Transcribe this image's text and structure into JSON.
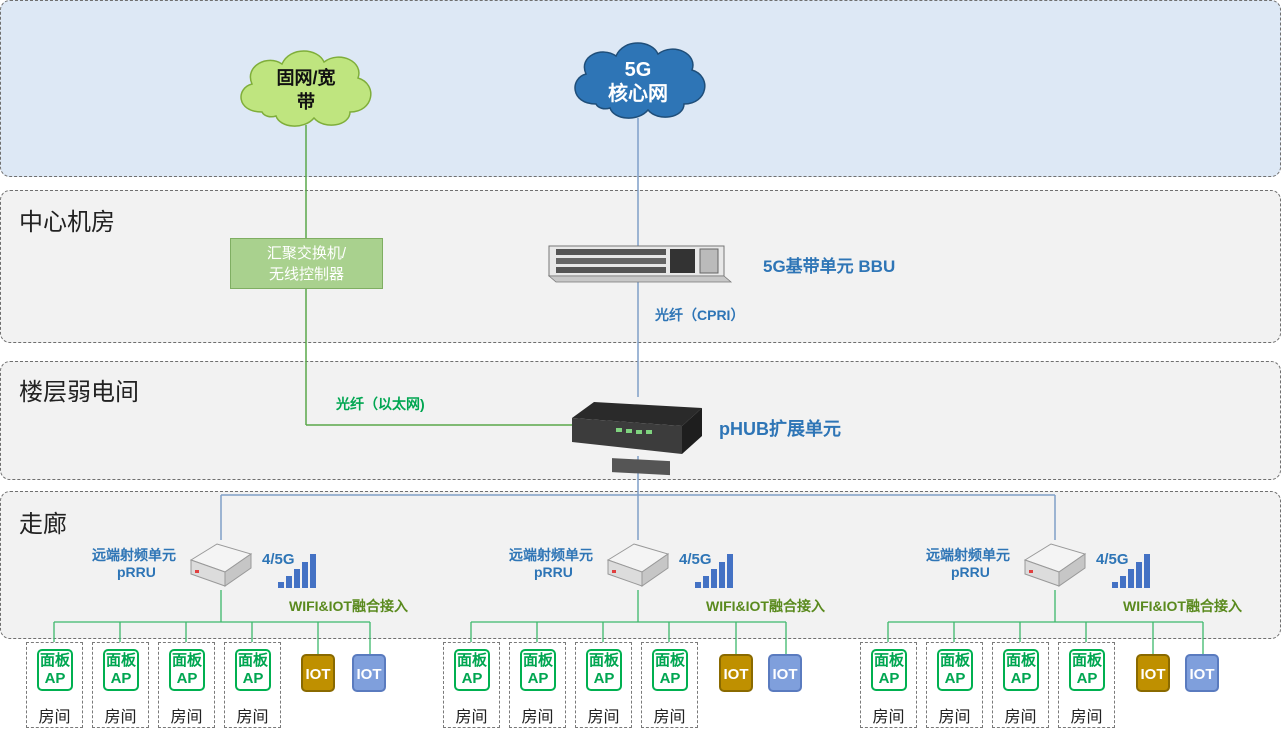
{
  "zones": {
    "center_room": "中心机房",
    "floor_room": "楼层弱电间",
    "corridor": "走廊"
  },
  "clouds": {
    "fixed_network": [
      "固网/宽",
      "带"
    ],
    "core_network": [
      "5G",
      "核心网"
    ]
  },
  "aggregation_switch": [
    "汇聚交换机/",
    "无线控制器"
  ],
  "bbu_label": "5G基带单元 BBU",
  "fiber_cpri": "光纤（CPRI）",
  "fiber_ethernet": "光纤（以太网)",
  "phub_label": "pHUB扩展单元",
  "units": [
    {
      "name": "远端射频单元",
      "model": "pRRU",
      "signal": "4/5G",
      "access": "WIFI&IOT融合接入"
    },
    {
      "name": "远端射频单元",
      "model": "pRRU",
      "signal": "4/5G",
      "access": "WIFI&IOT融合接入"
    },
    {
      "name": "远端射频单元",
      "model": "pRRU",
      "signal": "4/5G",
      "access": "WIFI&IOT融合接入"
    }
  ],
  "panel_ap": [
    "面板",
    "AP"
  ],
  "room_label": "房间",
  "iot_label": "IOT",
  "colors": {
    "blue": "#2e75b6",
    "green": "#00a651",
    "gold": "#bf9000",
    "light_blue": "#7f9fdc"
  }
}
